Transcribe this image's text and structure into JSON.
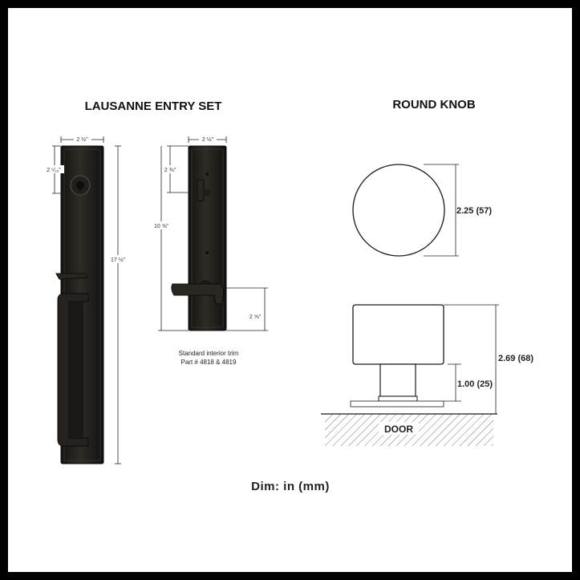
{
  "titles": {
    "entry_set": "LAUSANNE ENTRY SET",
    "round_knob": "ROUND KNOB"
  },
  "entry_set": {
    "exterior_width": "2 ½\"",
    "exterior_deadbolt_offset": "2 ⁵⁄₁₆\"",
    "exterior_height": "17 ½\"",
    "interior_width": "2 ½\"",
    "interior_top_offset": "2 ⅜\"",
    "interior_height": "10 ⅝\"",
    "interior_lever_offset": "2 ⅝\"",
    "caption_line1": "Standard interior trim",
    "caption_line2": "Part # 4818 & 4819"
  },
  "knob": {
    "diameter": "2.25 (57)",
    "total_height": "2.69 (68)",
    "stem_height": "1.00 (25)",
    "door_label": "DOOR"
  },
  "footer": "Dim: in (mm)",
  "colors": {
    "bronze_dark": "#1c1a18",
    "bronze_mid": "#2e2b27",
    "bronze_light": "#4a4540",
    "line": "#222222",
    "frame": "#000000"
  }
}
